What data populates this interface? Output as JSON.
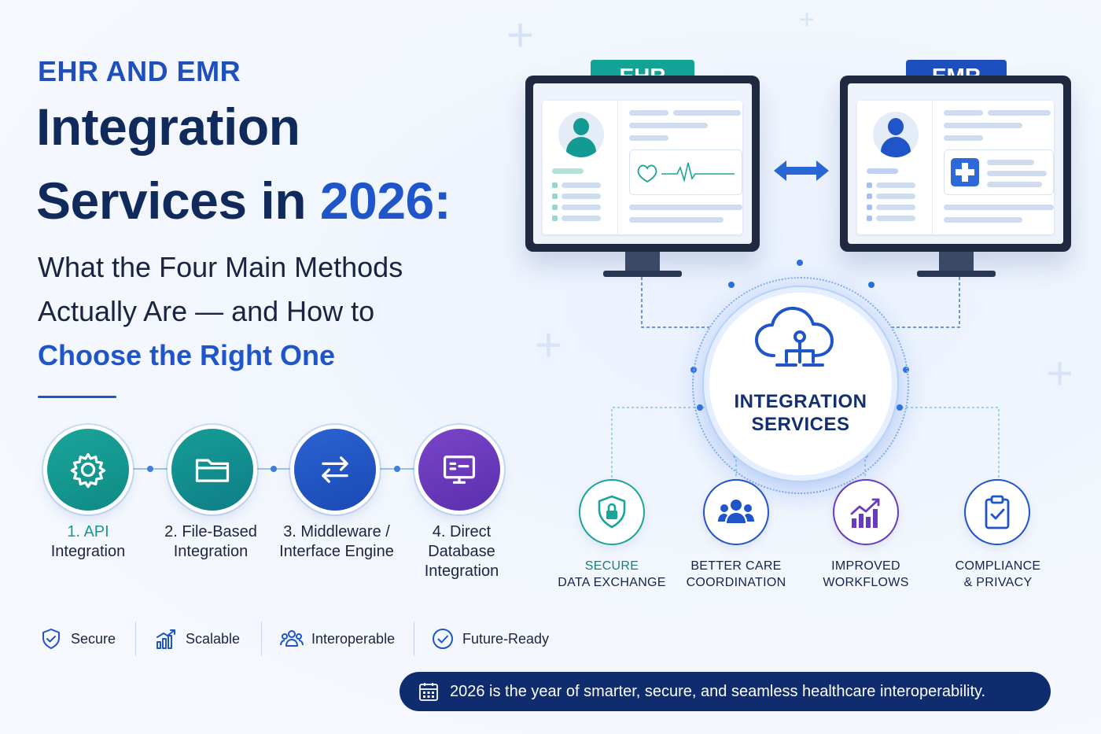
{
  "headline": {
    "kicker": "EHR AND EMR",
    "title_line1": "Integration",
    "title_line2_main": "Services in ",
    "title_line2_accent": "2026:",
    "subtitle_line1": "What the Four Main Methods",
    "subtitle_line2": "Actually Are — and How to",
    "subtitle_line3": "Choose the Right One"
  },
  "methods": [
    {
      "number": "1. API",
      "label": "Integration",
      "icon": "gear-icon",
      "color": "#139b93"
    },
    {
      "number": "2. File-Based",
      "label": "Integration",
      "icon": "folder-icon",
      "color": "#118a8a"
    },
    {
      "number": "3. Middleware /",
      "label": "Interface Engine",
      "icon": "swap-arrows-icon",
      "color": "#2156c6"
    },
    {
      "number": "4. Direct",
      "label": "Database",
      "label2": "Integration",
      "icon": "database-monitor-icon",
      "color": "#6a3cbd"
    }
  ],
  "features": [
    {
      "label": "Secure",
      "icon": "shield-check-icon"
    },
    {
      "label": "Scalable",
      "icon": "growth-chart-icon"
    },
    {
      "label": "Interoperable",
      "icon": "people-icon"
    },
    {
      "label": "Future-Ready",
      "icon": "check-circle-icon"
    }
  ],
  "banner": {
    "icon": "calendar-icon",
    "text": "2026 is the year of smarter, secure, and seamless healthcare interoperability."
  },
  "systems": {
    "ehr": {
      "label": "EHR",
      "color": "#13a396"
    },
    "emr": {
      "label": "EMR",
      "color": "#1f4fbf"
    }
  },
  "hub": {
    "line1": "INTEGRATION",
    "line2": "SERVICES",
    "icon": "cloud-network-icon"
  },
  "benefits": [
    {
      "line1": "SECURE",
      "line2": "DATA EXCHANGE",
      "icon": "shield-lock-icon",
      "color": "#1aa59a"
    },
    {
      "line1": "BETTER CARE",
      "line2": "COORDINATION",
      "icon": "team-icon",
      "color": "#1f55c9"
    },
    {
      "line1": "IMPROVED",
      "line2": "WORKFLOWS",
      "icon": "bar-chart-up-icon",
      "color": "#6a3cbd"
    },
    {
      "line1": "COMPLIANCE",
      "line2": "& PRIVACY",
      "icon": "clipboard-check-icon",
      "color": "#1f55c9"
    }
  ]
}
